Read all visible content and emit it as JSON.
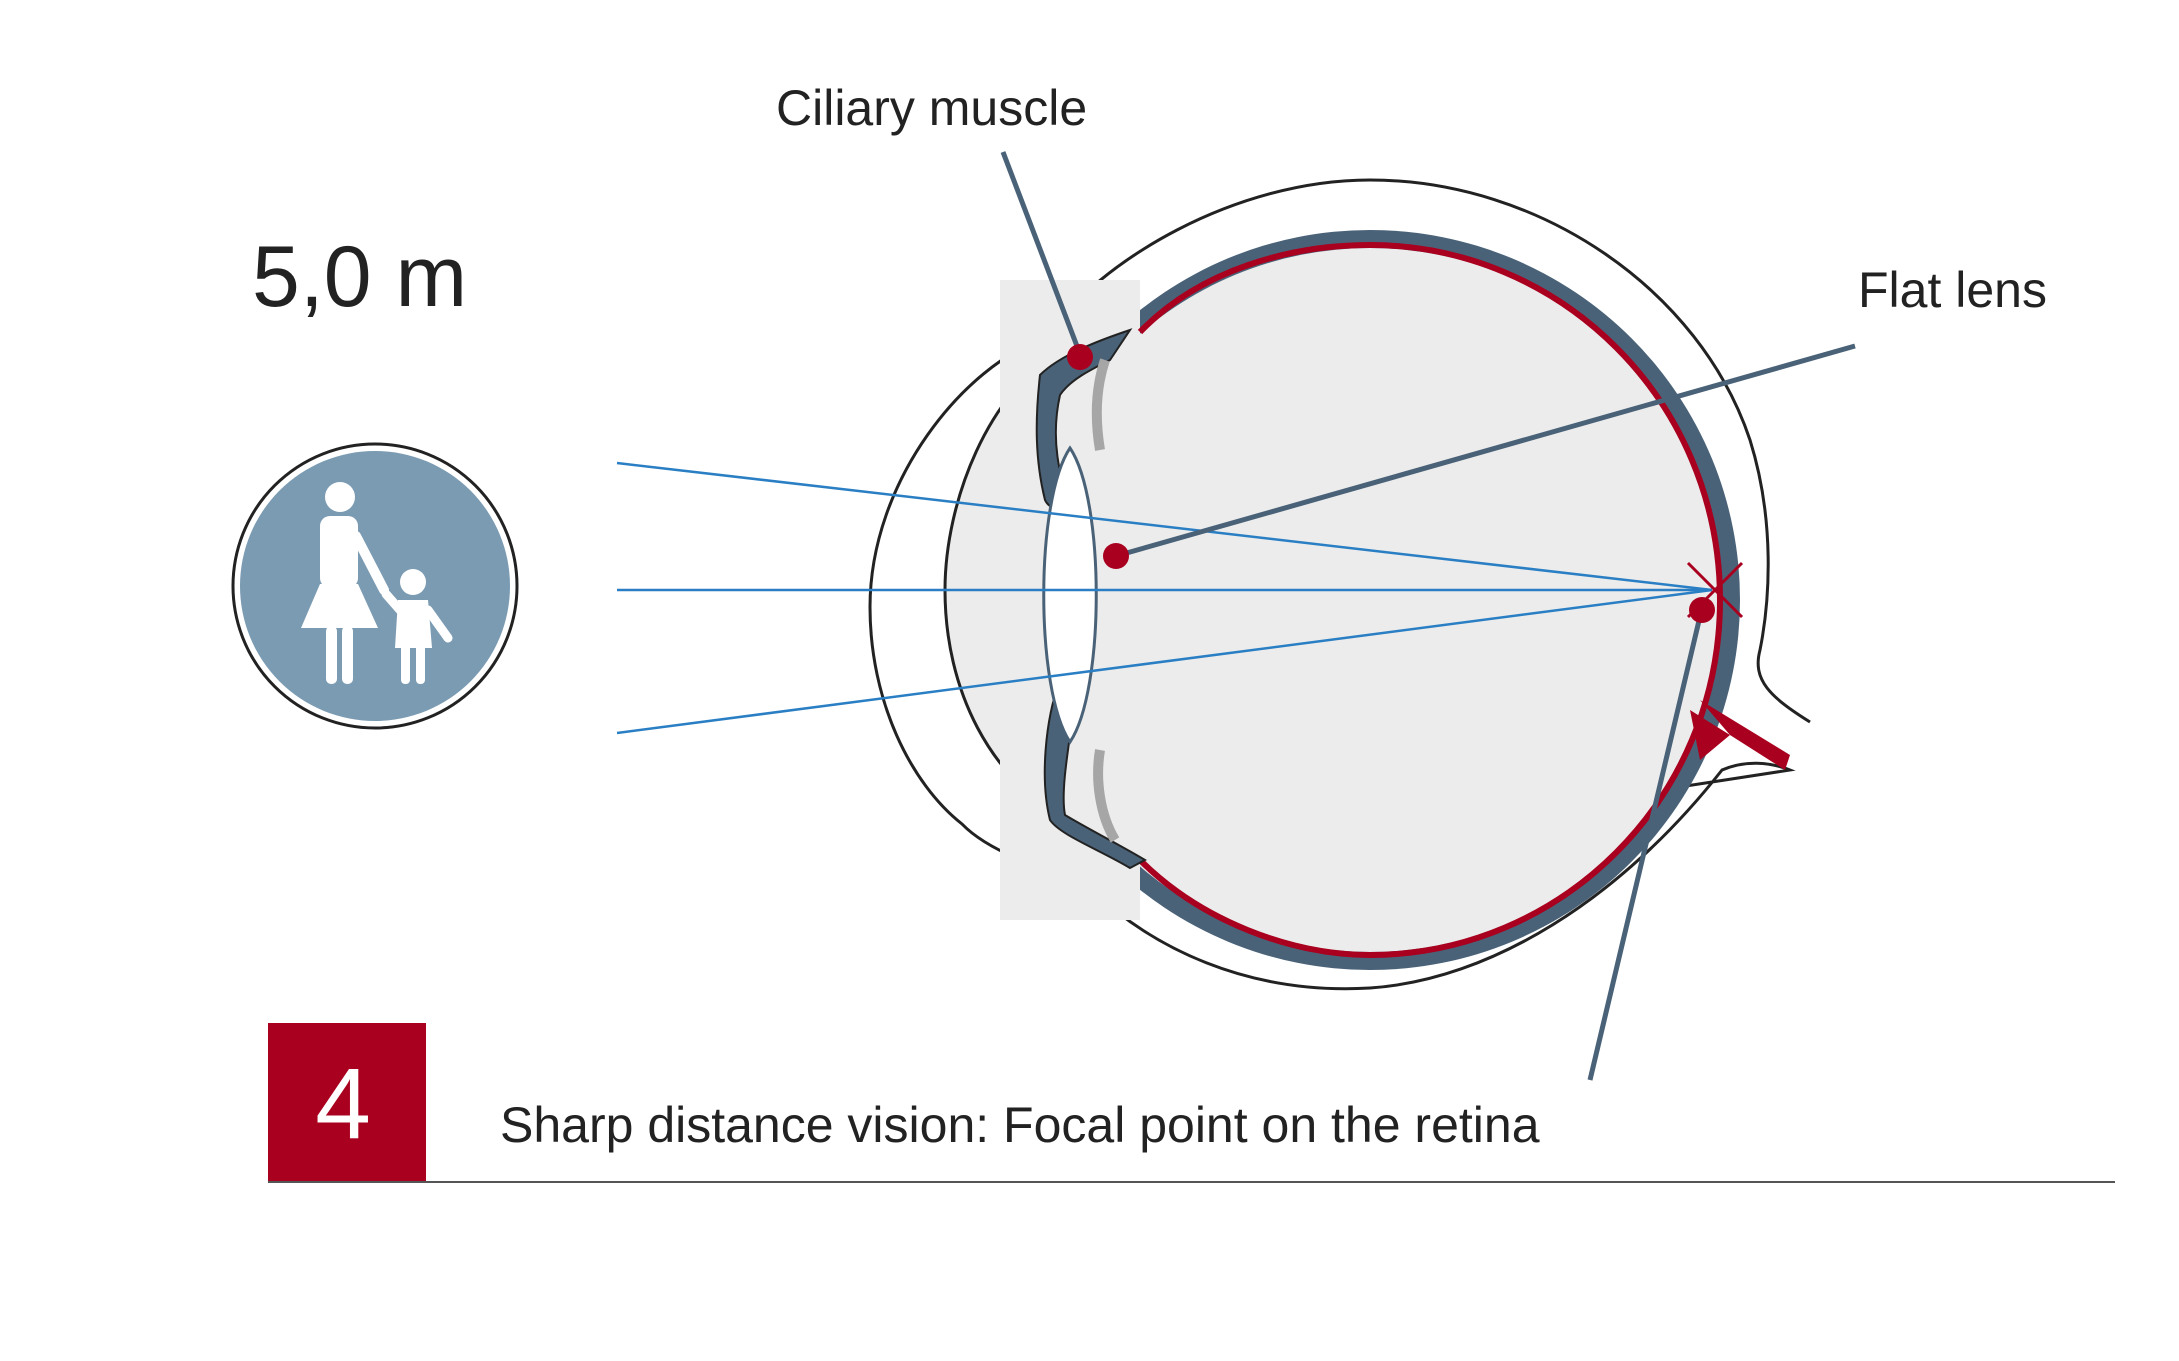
{
  "distance_label": "5,0 m",
  "labels": {
    "ciliary_muscle": "Ciliary muscle",
    "flat_lens": "Flat lens"
  },
  "step": {
    "number": "4",
    "caption": "Sharp distance vision: Focal point on the retina"
  },
  "colors": {
    "accent_red": "#a8001e",
    "slate": "#4a6278",
    "ray_blue": "#2a7fc4",
    "sign_blue": "#7b9bb2",
    "vitreous_gray": "#ececec",
    "zonule_gray": "#a6a6a6"
  },
  "icons": {
    "sign": "pedestrian-sign-icon",
    "focal": "focal-point-x-icon"
  }
}
